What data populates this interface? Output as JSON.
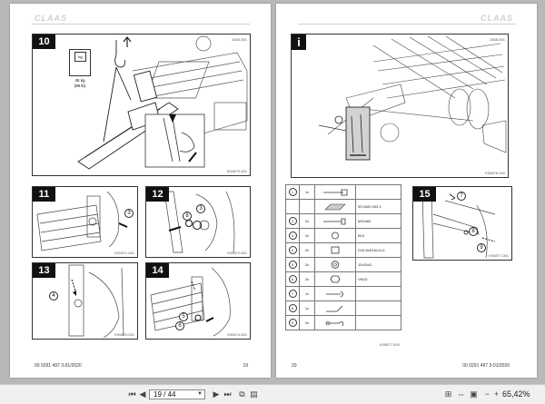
{
  "viewer": {
    "page_indicator": "19 / 44",
    "zoom": "65,42%"
  },
  "left_page": {
    "logo": "CLAAS",
    "footer_left": "00 0291 497 3-01/2020",
    "page_number": "19",
    "figures": [
      {
        "step": "10",
        "code_top": "2465-001",
        "code_bottom": "K0087S-001",
        "weight_label": "kg",
        "weight": "45 kg",
        "weight_lb": "(99 lb)"
      },
      {
        "step": "11",
        "code_bottom": "K00871-001",
        "callouts": [
          "3"
        ]
      },
      {
        "step": "12",
        "code_bottom": "K00872-001",
        "callouts": [
          "8",
          "3"
        ]
      },
      {
        "step": "13",
        "code_bottom": "K00873-001",
        "callouts": [
          "4"
        ]
      },
      {
        "step": "14",
        "code_bottom": "K00874-001",
        "callouts": [
          "5",
          "6"
        ]
      }
    ]
  },
  "right_page": {
    "logo": "CLAAS",
    "footer_left": "20",
    "footer_right": "00 0291 497 3-01/2020",
    "info_figure": {
      "step": "i",
      "code_top": "2465-001",
      "code_bottom": "K00876-000"
    },
    "step15": {
      "step": "15",
      "code_bottom": "K00877-001",
      "callouts": [
        "7",
        "8",
        "9"
      ]
    },
    "parts": [
      {
        "no": "1",
        "qty": "1x",
        "desc": ""
      },
      {
        "no": "",
        "qty": "",
        "desc": "00 0400 093 4"
      },
      {
        "no": "2",
        "qty": "2x",
        "desc": "M10x60"
      },
      {
        "no": "3",
        "qty": "2x",
        "desc": "B10"
      },
      {
        "no": "4",
        "qty": "2x",
        "desc": "D10,5xD16x11,5"
      },
      {
        "no": "5",
        "qty": "2x",
        "desc": "11x26x3"
      },
      {
        "no": "6",
        "qty": "2x",
        "desc": "VM10"
      },
      {
        "no": "7",
        "qty": "1x",
        "desc": ""
      },
      {
        "no": "8",
        "qty": "1x",
        "desc": ""
      },
      {
        "no": "9",
        "qty": "2x",
        "desc": ""
      }
    ],
    "table_code": "K00877-000"
  }
}
